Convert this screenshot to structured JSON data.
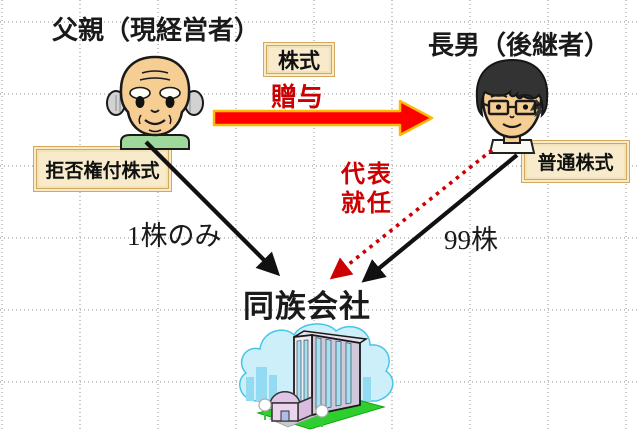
{
  "diagram": {
    "father": {
      "title": "父親（現経営者）",
      "badge": "拒否権付株式"
    },
    "son": {
      "title": "長男（後継者）",
      "badge": "普通株式"
    },
    "company": {
      "title": "同族会社"
    },
    "gift_edge": {
      "tag": "株式",
      "label": "贈与"
    },
    "father_company_edge": {
      "label": "1株のみ"
    },
    "son_company_edge": {
      "label": "99株"
    },
    "representative_edge": {
      "line1": "代表",
      "line2": "就任"
    },
    "colors": {
      "accent_red": "#cc0000",
      "gift_arrow_fill": "#ff0000",
      "gift_arrow_outline": "#ffb900",
      "cert_bg": "#f7ebcb",
      "cert_border": "#d3a85e",
      "grid": "#909090",
      "arrow_black": "#111111"
    },
    "icons": {
      "father_avatar": "elderly-man-face",
      "son_avatar": "young-man-with-glasses-face",
      "company_building": "office-building-illustration",
      "gift_arrow": "big-red-right-arrow",
      "representative_arrow": "red-dotted-diagonal-arrow",
      "share_transfer_arrows": "black-diagonal-arrows"
    }
  }
}
